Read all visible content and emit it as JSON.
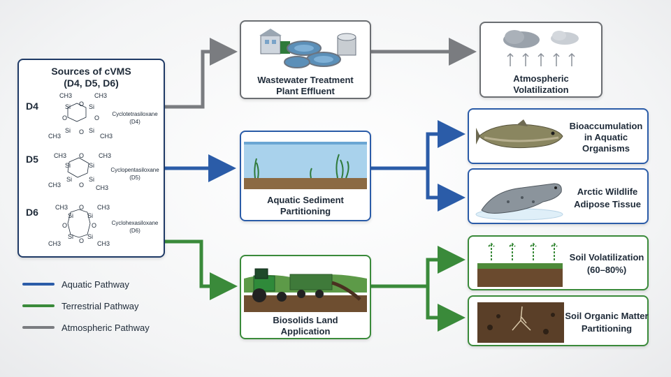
{
  "sources": {
    "title_line1": "Sources of cVMS",
    "title_line2": "(D4, D5, D6)",
    "compounds": [
      {
        "code": "D4",
        "name": "Cyclotetrasiloxane",
        "abbr": "(D4)"
      },
      {
        "code": "D5",
        "name": "Cyclopentasiloxane",
        "abbr": "(D5)"
      },
      {
        "code": "D6",
        "name": "Cyclohexasiloxane",
        "abbr": "(D6)"
      }
    ],
    "atoms": {
      "si": "Si",
      "o": "O",
      "ch3": "CH3"
    }
  },
  "nodes": {
    "wwtp": {
      "line1": "Wastewater Treatment",
      "line2": "Plant Effluent"
    },
    "atmos": {
      "line1": "Atmospheric",
      "line2": "Volatilization"
    },
    "sediment": {
      "line1": "Aquatic Sediment",
      "line2": "Partitioning"
    },
    "bioacc": {
      "line1": "Bioaccumulation",
      "line2": "in Aquatic",
      "line3": "Organisms"
    },
    "arctic": {
      "line1": "Arctic Wildlife",
      "line2": "Adipose Tissue"
    },
    "biosolids": {
      "line1": "Biosolids Land",
      "line2": "Application"
    },
    "soilvol": {
      "line1": "Soil Volatilization",
      "line2": "(60–80%)"
    },
    "soilom": {
      "line1": "Soil Organic Matter",
      "line2": "Partitioning"
    }
  },
  "legend": {
    "aquatic": "Aquatic Pathway",
    "terrestrial": "Terrestrial Pathway",
    "atmospheric": "Atmospheric Pathway"
  },
  "colors": {
    "aquatic": "#2b5ca8",
    "terrestrial": "#3a8a3a",
    "atmospheric": "#7a7c80"
  }
}
